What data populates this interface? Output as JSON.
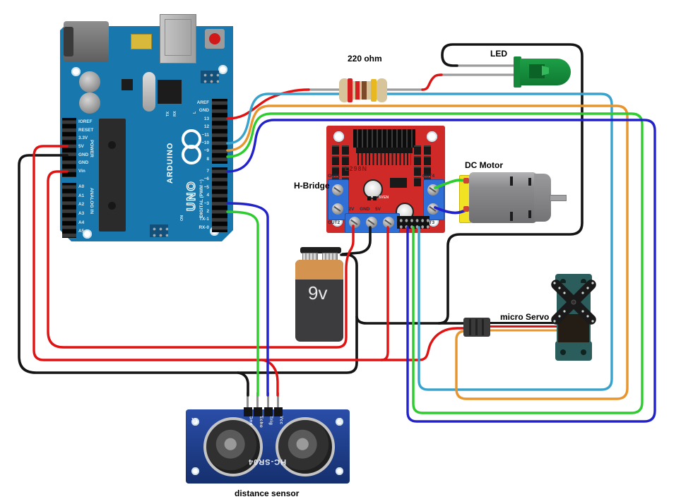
{
  "diagram": {
    "labels": {
      "resistor": "220 ohm",
      "led": "LED",
      "hbridge": "H-Bridge",
      "dc_motor": "DC Motor",
      "micro_servo": "micro Servo",
      "distance_sensor": "distance sensor",
      "battery": "9v"
    },
    "arduino": {
      "brand": "ARDUINO",
      "model": "UNO",
      "digital_header_label": "DIGITAL (PWM ~)",
      "power_header_label": "POWER",
      "analog_header_label": "ANALOG IN",
      "tx": "TX",
      "rx": "RX",
      "led_l": "L",
      "on": "ON",
      "digital_pins_top": [
        "AREF",
        "GND",
        "13",
        "12",
        "~11",
        "~10",
        "~9",
        "8"
      ],
      "digital_pins_bottom": [
        "7",
        "~6",
        "~5",
        "4",
        "~3",
        "2",
        "TX-1",
        "RX-0"
      ],
      "power_pins": [
        "IOREF",
        "RESET",
        "3.3V",
        "5V",
        "GND",
        "GND",
        "Vin"
      ],
      "analog_pins": [
        "A0",
        "A1",
        "A2",
        "A3",
        "A4",
        "A5"
      ]
    },
    "hbridge": {
      "chip": "L298N",
      "out1": "OUT1",
      "out2": "OUT2",
      "out3": "OUT3",
      "out4": "OUT4",
      "power_terminal": "12V GND 5V",
      "jumper": "5VEN"
    },
    "sensor": {
      "pins": [
        "Gnd",
        "Echo",
        "Trig",
        "Vcc"
      ],
      "chip": "HC-SR04",
      "left_mark": "R",
      "right_mark": "T"
    },
    "wire_colors": {
      "power_red": "#e01212",
      "ground_black": "#141414",
      "signal_green": "#2ecc2e",
      "signal_blue": "#2222cc",
      "signal_cyan": "#3aa3cd",
      "signal_orange": "#e8952e",
      "lead_gray": "#9c9c9c"
    }
  }
}
